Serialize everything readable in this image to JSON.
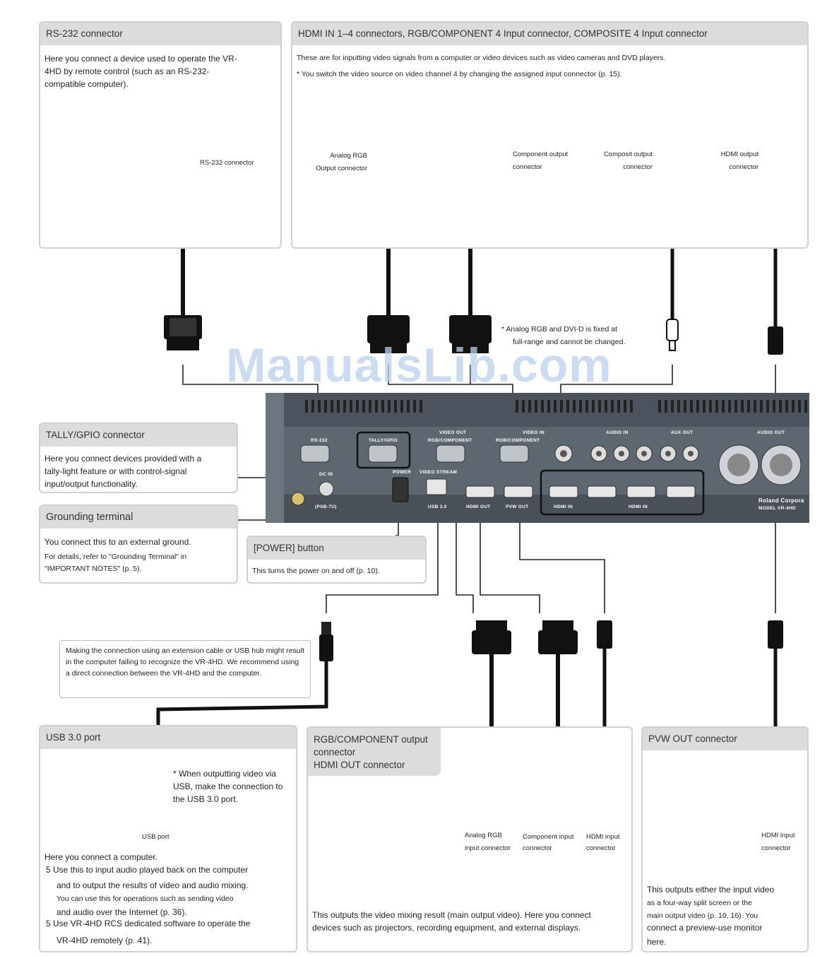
{
  "rs232": {
    "title": "RS-232 connector",
    "text": "Here you connect a device used to operate the VR-4HD by remote control (such as an RS-232-compatible computer).",
    "connector_label": "RS-232 connector"
  },
  "hdmi_in": {
    "title": "HDMI IN 1–4 connectors, RGB/COMPONENT 4 Input connector, COMPOSITE 4 Input connector",
    "text": "These are for inputting video signals from a computer or video devices such as video cameras and DVD players.",
    "note": "* You switch the video source on video channel 4 by changing the assigned input connector (p. 15).",
    "analog_rgb_label_1": "Analog RGB",
    "analog_rgb_label_2": "Output connector",
    "component_label_1": "Component output",
    "component_label_2": "connector",
    "composite_label_1": "Composit output",
    "composite_label_2": "connector",
    "hdmi_label_1": "HDMI output",
    "hdmi_label_2": "connector"
  },
  "analog_note_1": "* Analog RGB and DVI-D is fixed at",
  "analog_note_2": "full-range and cannot be changed.",
  "watermark": "ManualsLib.com",
  "tally": {
    "title": "TALLY/GPIO connector",
    "text": "Here you connect devices provided with a tally-light feature or with control-signal input/output functionality."
  },
  "ground": {
    "title": "Grounding terminal",
    "text": "You connect this to an external ground.",
    "small": "For details, refer to \"Grounding Terminal\" in \"IMPORTANT NOTES\" (p. 5)."
  },
  "power": {
    "title": "[POWER] button",
    "text": "This turns the power on and off (p. 10)."
  },
  "usb_callout": "Making the connection using an extension cable or USB hub might result in the computer failing to recognize the VR-4HD. We recommend using a direct connection between the VR-4HD and the computer.",
  "usb": {
    "title": "USB 3.0 port",
    "note": "* When outputting video via USB, make the connection to the USB 3.0 port.",
    "port_label": "USB port",
    "intro": "Here you connect a computer.",
    "item1": "5 Use this to input audio played back on the computer",
    "item1b": "and to output the results of video and audio mixing.",
    "item1c": "You can use this for operations such as sending video",
    "item1d": "and audio over the Internet (p. 36).",
    "item2": "5 Use VR-4HD RCS dedicated software to operate the",
    "item2b": "VR-4HD remotely (p. 41)."
  },
  "rgbout": {
    "title1": "RGB/COMPONENT output connector",
    "title2": "HDMI OUT connector",
    "analog_label_1": "Analog RGB",
    "analog_label_2": "input connector",
    "component_label_1": "Component input",
    "component_label_2": "connector",
    "hdmi_label_1": "HDMI input",
    "hdmi_label_2": "connector",
    "text": "This outputs the video mixing result (main output video). Here you connect devices such as projectors, recording equipment, and external displays."
  },
  "pvw": {
    "title": "PVW OUT connector",
    "hdmi_label_1": "HDMI input",
    "hdmi_label_2": "connector",
    "text1": "This outputs either the input video",
    "text2": "as a four-way split screen or the",
    "text3": "main output video (p. 10, 16). You",
    "text4": "connect a preview-use monitor",
    "text5": "here."
  },
  "device": {
    "rs232": "RS-232",
    "tally": "TALLY/GPIO",
    "video_out": "VIDEO OUT",
    "rgb_comp_out": "RGB/COMPONENT",
    "video_in": "VIDEO IN",
    "rgb_comp_in": "RGB/COMPONENT",
    "audio_in": "AUDIO IN",
    "aux_out": "AUX OUT",
    "audio_out": "AUDIO OUT",
    "dc_in": "DC IN",
    "power": "POWER",
    "video_stream": "VIDEO STREAM",
    "usb30": "USB 3.0",
    "hdmi_out": "HDMI OUT",
    "pvw_out": "PVW OUT",
    "hdmi_in": "HDMI IN",
    "psb": "(PSB-7U)",
    "brand": "Roland Corpora",
    "model": "MODEL VR-4HD"
  }
}
